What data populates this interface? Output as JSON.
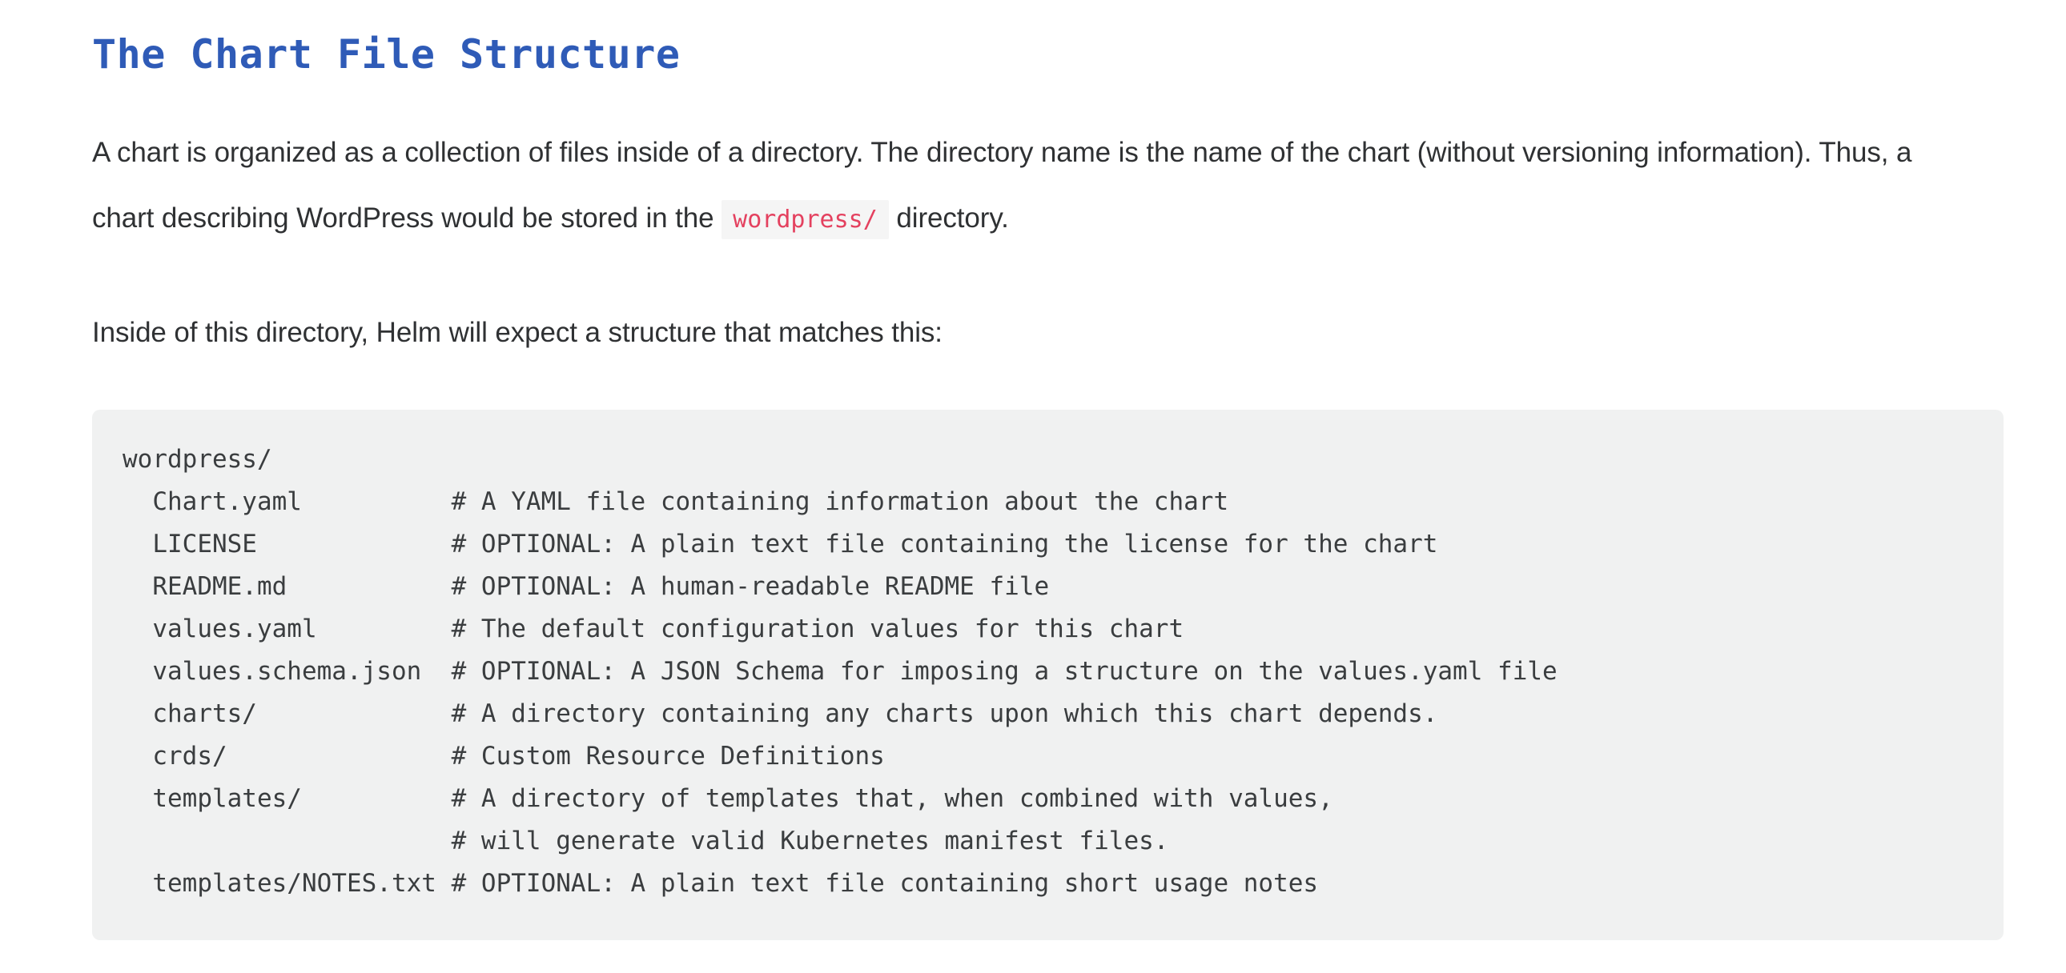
{
  "heading": {
    "text": "The Chart File Structure",
    "color": "#2f5bb7"
  },
  "paragraphs": {
    "p1_part1": "A chart is organized as a collection of files inside of a directory. The directory name is the name of the chart (without versioning information). Thus, a chart describing WordPress would be stored in the",
    "p1_code": "wordpress/",
    "p1_part2": "directory.",
    "p2": "Inside of this directory, Helm will expect a structure that matches this:"
  },
  "code_block": {
    "background": "#f0f1f1",
    "text_color": "#3a3d3f",
    "lines": [
      "wordpress/",
      "  Chart.yaml          # A YAML file containing information about the chart",
      "  LICENSE             # OPTIONAL: A plain text file containing the license for the chart",
      "  README.md           # OPTIONAL: A human-readable README file",
      "  values.yaml         # The default configuration values for this chart",
      "  values.schema.json  # OPTIONAL: A JSON Schema for imposing a structure on the values.yaml file",
      "  charts/             # A directory containing any charts upon which this chart depends.",
      "  crds/               # Custom Resource Definitions",
      "  templates/          # A directory of templates that, when combined with values,",
      "                      # will generate valid Kubernetes manifest files.",
      "  templates/NOTES.txt # OPTIONAL: A plain text file containing short usage notes"
    ],
    "content": "wordpress/\n  Chart.yaml          # A YAML file containing information about the chart\n  LICENSE             # OPTIONAL: A plain text file containing the license for the chart\n  README.md           # OPTIONAL: A human-readable README file\n  values.yaml         # The default configuration values for this chart\n  values.schema.json  # OPTIONAL: A JSON Schema for imposing a structure on the values.yaml file\n  charts/             # A directory containing any charts upon which this chart depends.\n  crds/               # Custom Resource Definitions\n  templates/          # A directory of templates that, when combined with values,\n                      # will generate valid Kubernetes manifest files.\n  templates/NOTES.txt # OPTIONAL: A plain text file containing short usage notes"
  },
  "inline_code_style": {
    "background": "#f5f5f5",
    "color": "#e4415f"
  }
}
